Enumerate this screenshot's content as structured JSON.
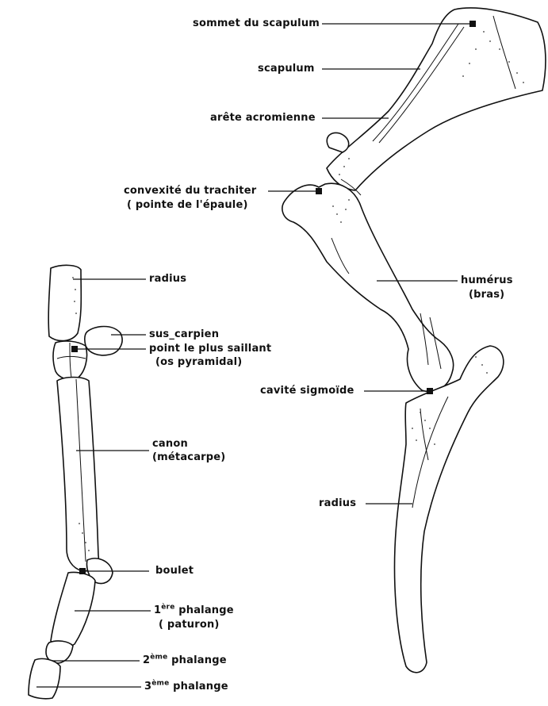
{
  "labels": {
    "sommet_scapulum": "sommet du scapulum",
    "scapulum": "scapulum",
    "arete": "arête acromienne",
    "convexite": "convexité du trachiter",
    "pointe": "( pointe de l'épaule)",
    "humerus": "humérus",
    "bras": "(bras)",
    "cavite": "cavité sigmoïde",
    "radius_right": "radius",
    "radius_left": "radius",
    "sus_carpien": "sus_carpien",
    "point_saillant": "point le plus saillant",
    "os_pyramidal": "(os pyramidal)",
    "canon": "canon",
    "metacarpe": "(métacarpe)",
    "boulet": "boulet",
    "ph1_num": "1",
    "ph1_sup": "ère",
    "ph1_word": "phalange",
    "paturon": "( paturon)",
    "ph2_num": "2",
    "ph2_sup": "ème",
    "ph2_word": "phalange",
    "ph3_num": "3",
    "ph3_sup": "ème",
    "ph3_word": "phalange"
  },
  "colors": {
    "ink": "#111111",
    "paper": "#ffffff"
  }
}
